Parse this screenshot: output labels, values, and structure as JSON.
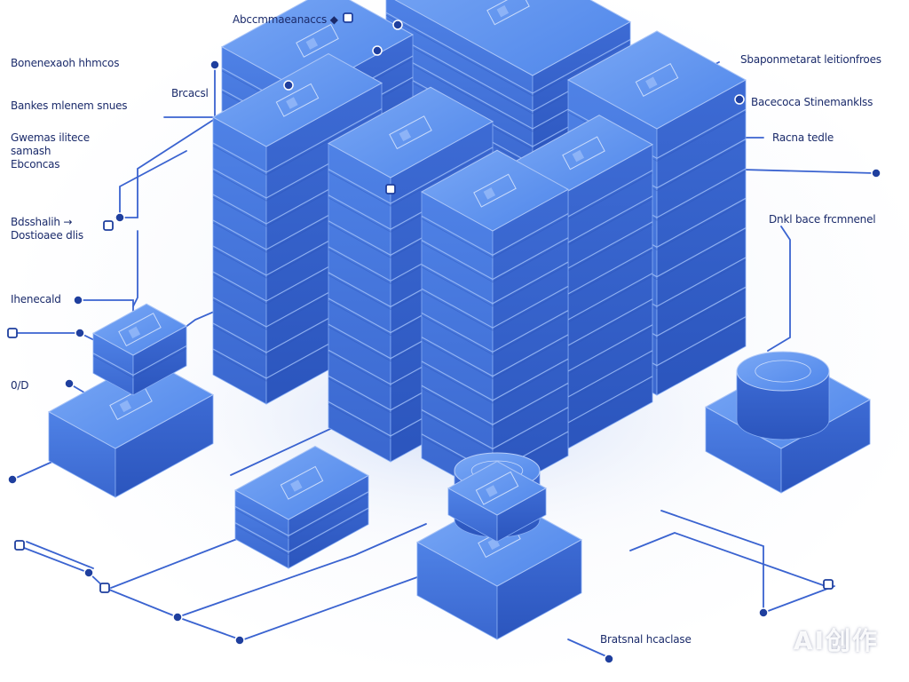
{
  "palette": {
    "background": "#ffffff",
    "block_top": "#5d92ee",
    "block_left": "#3f6fd6",
    "block_right": "#2f5bc4",
    "connector": "#3a63d0",
    "text": "#1b2b6b",
    "watermark": "#ffffff"
  },
  "callouts": {
    "top_center": "Abccmmaeanaccs ◆",
    "top_right_1": "Sbaponmetarat leitionfroes",
    "top_right_2": "Bacecoca Stinemanklss",
    "right_1": "Racna tedle",
    "right_2": "Dnkl bace frcmnenel",
    "left_1": "Bonenexaoh hhmcos",
    "left_2": "Bankes mlenem snues",
    "left_small": "Brcacsl",
    "left_3": "Gwemas ilitece\nsamash\nEbconcas",
    "left_4": "Bdsshalih →\nDostioaee dlis",
    "left_5": "Ihenecald",
    "left_6": "0/D",
    "bottom": "Bratsnal hcaclase",
    "watermark": "AI创作"
  },
  "icons": [
    "connector-dot-icon",
    "connector-square-icon",
    "database-cylinder-icon",
    "server-rack-icon"
  ]
}
